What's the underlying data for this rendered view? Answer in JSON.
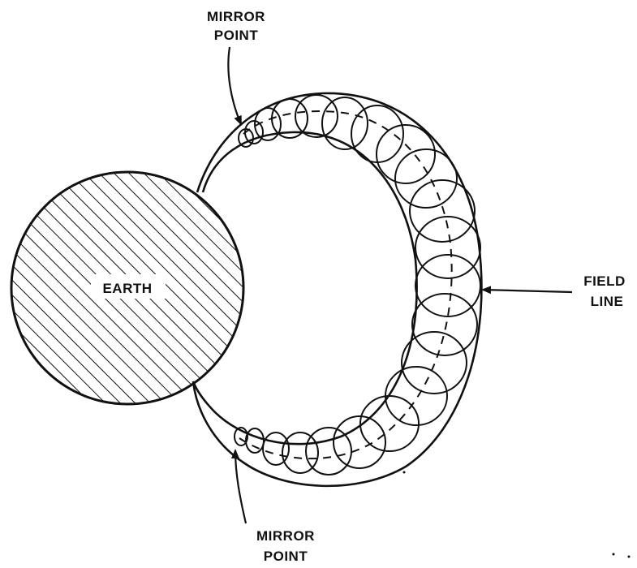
{
  "labels": {
    "earth": "EARTH",
    "mirror_point_top_line1": "MIRROR",
    "mirror_point_top_line2": "POINT",
    "mirror_point_bottom_line1": "MIRROR",
    "mirror_point_bottom_line2": "POINT",
    "field_line_line1": "FIELD",
    "field_line_line2": "LINE"
  },
  "colors": {
    "ink": "#111111",
    "background": "#ffffff"
  }
}
